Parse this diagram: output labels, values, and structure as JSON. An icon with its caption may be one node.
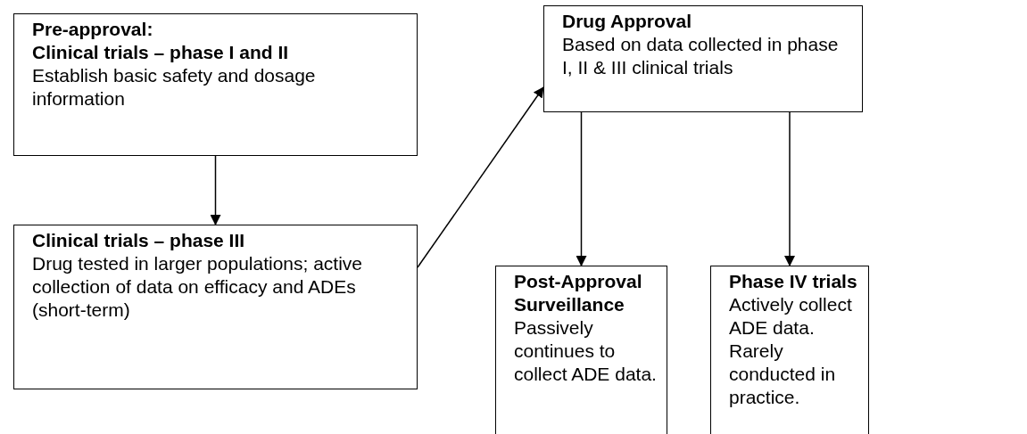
{
  "diagram": {
    "nodes": [
      {
        "text": [
          "Pre-approval:",
          "Clinical trials – phase I and II",
          "Establish basic safety and dosage information"
        ]
      },
      {
        "text": [
          "Clinical trials – phase III",
          "Drug tested in larger populations; active collection of data on efficacy and ADEs (short-term)"
        ]
      },
      {
        "text": [
          "Drug Approval",
          "Based on data collected in phase I, II & III clinical trials"
        ]
      },
      {
        "text": [
          "Post-Approval Surveillance",
          "Passively continues to collect ADE data."
        ]
      },
      {
        "text": [
          "Phase IV trials",
          "Actively collect ADE data. Rarely conducted in practice."
        ]
      }
    ],
    "edges": [
      {
        "from": 0,
        "to": 1,
        "arrow": "to"
      },
      {
        "from": 1,
        "to": 2,
        "arrow": "to"
      },
      {
        "from": 2,
        "to": 3,
        "arrow": "to"
      },
      {
        "from": 2,
        "to": 4,
        "arrow": "to"
      }
    ]
  }
}
